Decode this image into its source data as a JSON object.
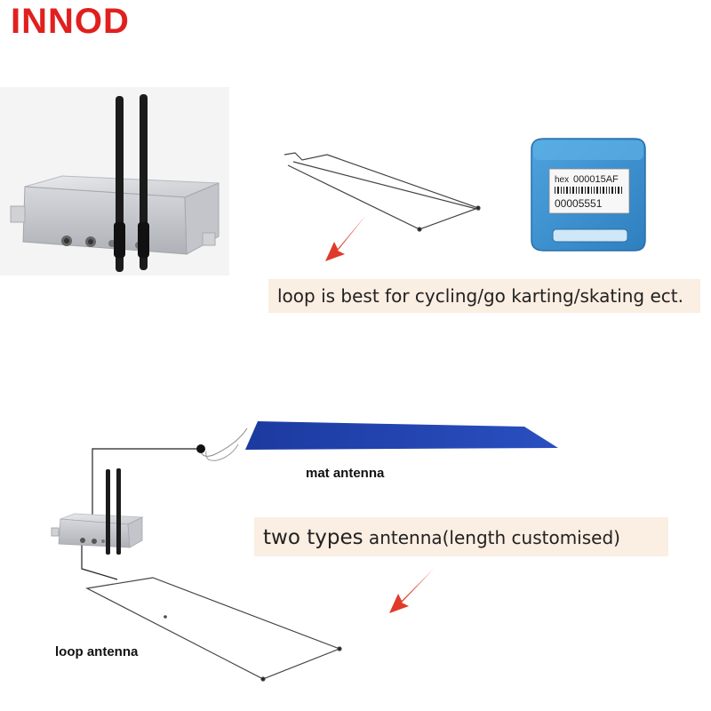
{
  "brand": {
    "name": "INNOD"
  },
  "tag": {
    "hex_label": "hex",
    "hex_value": "000015AF",
    "serial": "00005551"
  },
  "callouts": {
    "loop_use": "loop is best for cycling/go karting/skating ect.",
    "two_types_a": "two types",
    "two_types_b": " antenna(length customised)"
  },
  "labels": {
    "mat_antenna": "mat antenna",
    "loop_antenna": "loop antenna"
  },
  "colors": {
    "brand": "#e0201e",
    "arrow": "#e03a2a",
    "mat": "#1f3fa8",
    "tag": "#3a8fce",
    "callout_bg": "#fbeee2"
  }
}
